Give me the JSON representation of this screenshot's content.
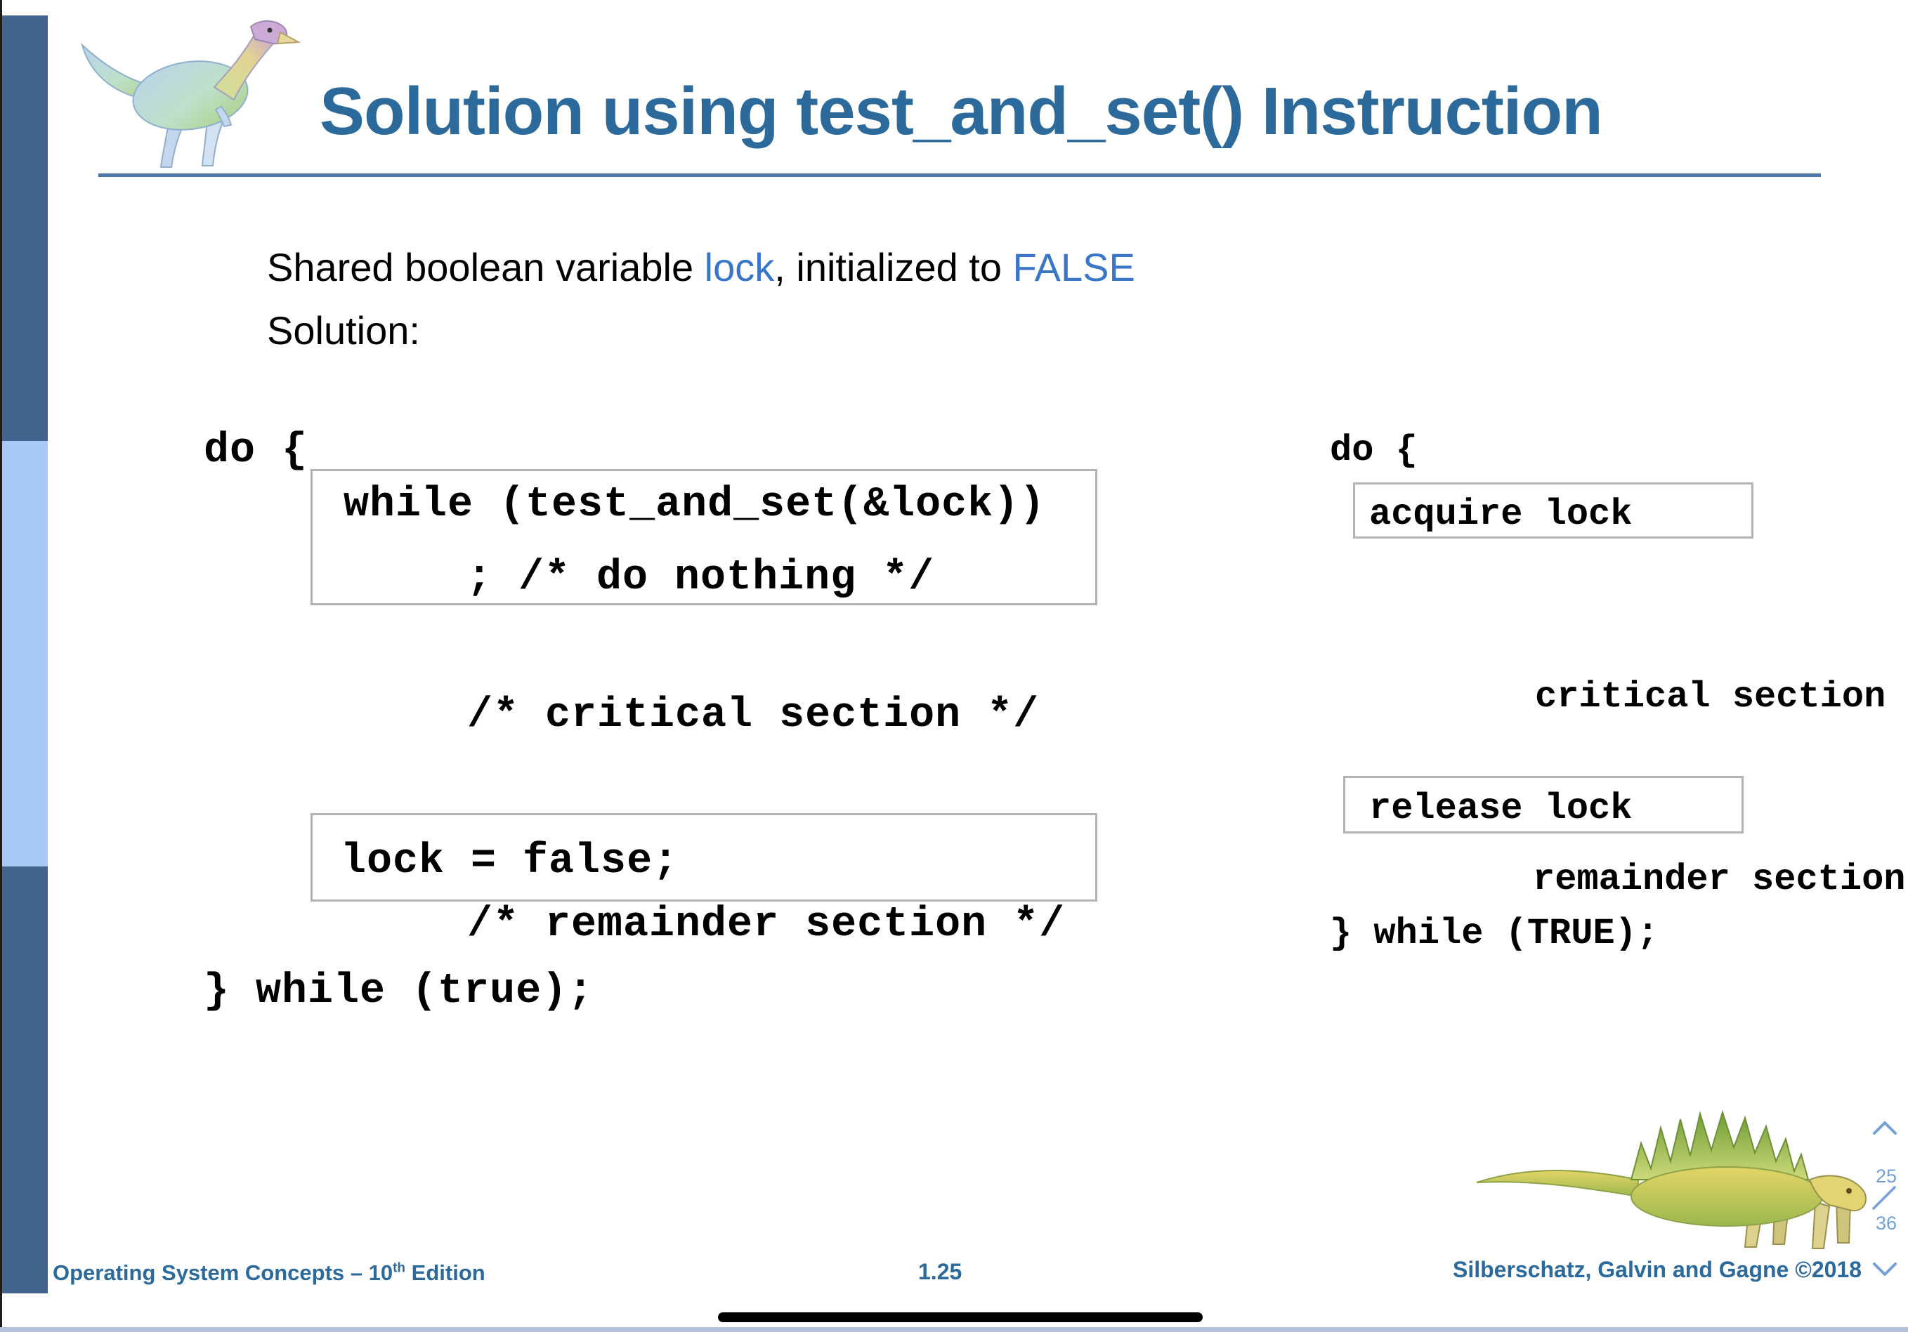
{
  "title": "Solution using test_and_set() Instruction",
  "intro": {
    "line1_pre": "Shared boolean variable ",
    "line1_var": "lock",
    "line1_mid": ", initialized to ",
    "line1_value": "FALSE",
    "line2": "Solution:"
  },
  "left_code": {
    "open": "do {",
    "box1_line1": "while (test_and_set(&lock))",
    "box1_line2": "; /* do nothing */",
    "critical_comment": "/* critical section */",
    "box2_line1": "lock = false;",
    "remainder_comment": "/* remainder section */",
    "close": "} while (true);"
  },
  "right_code": {
    "open": "do {",
    "acquire_box": "acquire lock",
    "critical_label": "critical section",
    "release_box": "release lock",
    "remainder_label": "remainder section",
    "close": "} while (TRUE);"
  },
  "pager": {
    "current": "25",
    "total": "36"
  },
  "footer": {
    "book_pre": "Operating System Concepts – 10",
    "book_sup": "th",
    "book_post": " Edition",
    "page": "1.25",
    "authors": "Silberschatz, Galvin and Gagne ©2018"
  },
  "colors": {
    "title_blue": "#2d6a9c",
    "accent_blue": "#3a76c8",
    "sidebar_dark": "#40648c",
    "sidebar_light": "#a6c9f5",
    "box_border": "#b3b3b3",
    "pager_blue": "#74a0d8",
    "rule_blue": "#4b76a8"
  }
}
